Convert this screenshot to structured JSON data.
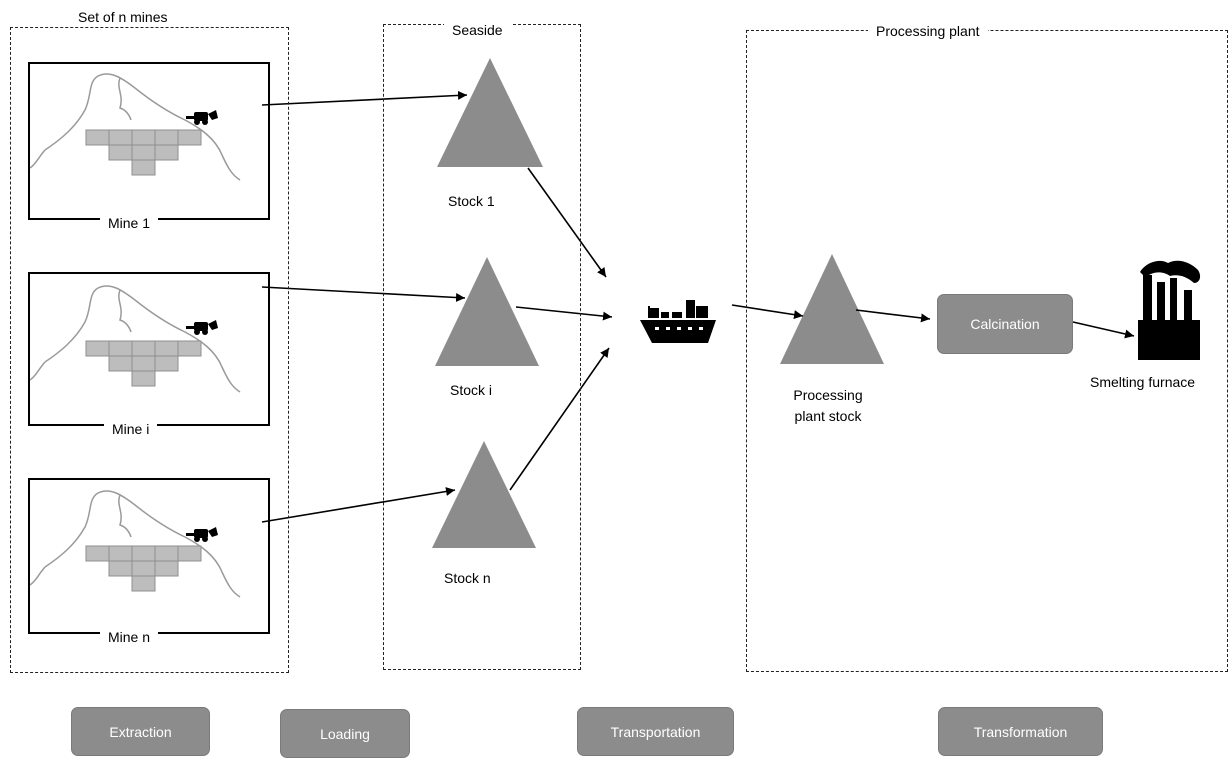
{
  "groups": {
    "mines": {
      "title": "Set of n mines"
    },
    "seaside": {
      "title": "Seaside"
    },
    "plant": {
      "title": "Processing plant"
    }
  },
  "mines": [
    {
      "label": "Mine 1"
    },
    {
      "label": "Mine i"
    },
    {
      "label": "Mine n"
    }
  ],
  "stocks": [
    {
      "label": "Stock 1"
    },
    {
      "label": "Stock i"
    },
    {
      "label": "Stock n"
    }
  ],
  "plant": {
    "stock_label": [
      "Processing",
      "plant stock"
    ],
    "calcination_label": "Calcination",
    "furnace_label": "Smelting furnace"
  },
  "stages": {
    "extraction": "Extraction",
    "loading": "Loading",
    "transportation": "Transportation",
    "transformation": "Transformation"
  },
  "icons": {
    "mine_pit": "mine-pit-icon",
    "excavator": "excavator-icon",
    "ship": "cargo-ship-icon",
    "factory": "factory-icon",
    "stock_pile": "stockpile-triangle"
  },
  "colors": {
    "shape_fill": "#8c8c8c",
    "pit_block": "#bdbdbd",
    "outline": "#000000",
    "terrain": "#9a9a9a"
  }
}
